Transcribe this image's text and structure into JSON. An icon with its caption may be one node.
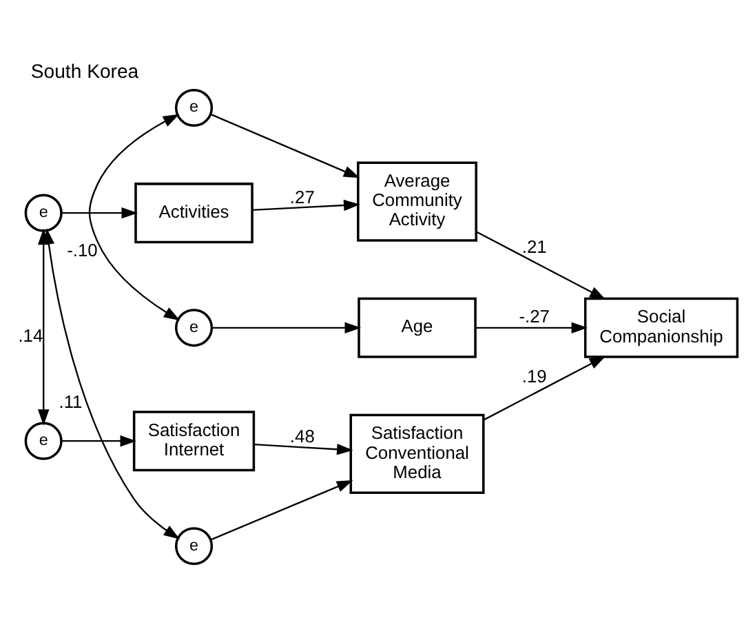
{
  "diagram": {
    "title": "South Korea",
    "nodes": [
      {
        "text": [
          "e"
        ]
      },
      {
        "text": [
          "Activities"
        ]
      },
      {
        "text": [
          "e"
        ]
      },
      {
        "text": [
          "Average Community Activity"
        ]
      },
      {
        "text": [
          "e"
        ]
      },
      {
        "text": [
          "Age"
        ]
      },
      {
        "text": [
          "Social Companionship"
        ]
      },
      {
        "text": [
          "e"
        ]
      },
      {
        "text": [
          "Satisfaction Internet"
        ]
      },
      {
        "text": [
          "Satisfaction Conventional Media"
        ]
      },
      {
        "text": [
          "e"
        ]
      }
    ],
    "edges": [
      {
        "from": 0,
        "to": 1,
        "arrow": "to"
      },
      {
        "from": 1,
        "to": 3,
        "arrow": "to",
        "label": ".27"
      },
      {
        "from": 2,
        "to": 3,
        "arrow": "to"
      },
      {
        "from": 4,
        "to": 5,
        "arrow": "to"
      },
      {
        "from": 5,
        "to": 6,
        "arrow": "to",
        "label": "-.27"
      },
      {
        "from": 3,
        "to": 6,
        "arrow": "to",
        "label": ".21"
      },
      {
        "from": 9,
        "to": 6,
        "arrow": "to",
        "label": ".19"
      },
      {
        "from": 7,
        "to": 8,
        "arrow": "to"
      },
      {
        "from": 8,
        "to": 9,
        "arrow": "to",
        "label": ".48"
      },
      {
        "from": 10,
        "to": 9,
        "arrow": "to"
      },
      {
        "from": 4,
        "to": 2,
        "arrow": "both",
        "label": "-.10"
      },
      {
        "from": 0,
        "to": 7,
        "arrow": "both",
        "label": ".14"
      },
      {
        "from": 0,
        "to": 10,
        "arrow": "both",
        "label": ".11"
      }
    ]
  }
}
